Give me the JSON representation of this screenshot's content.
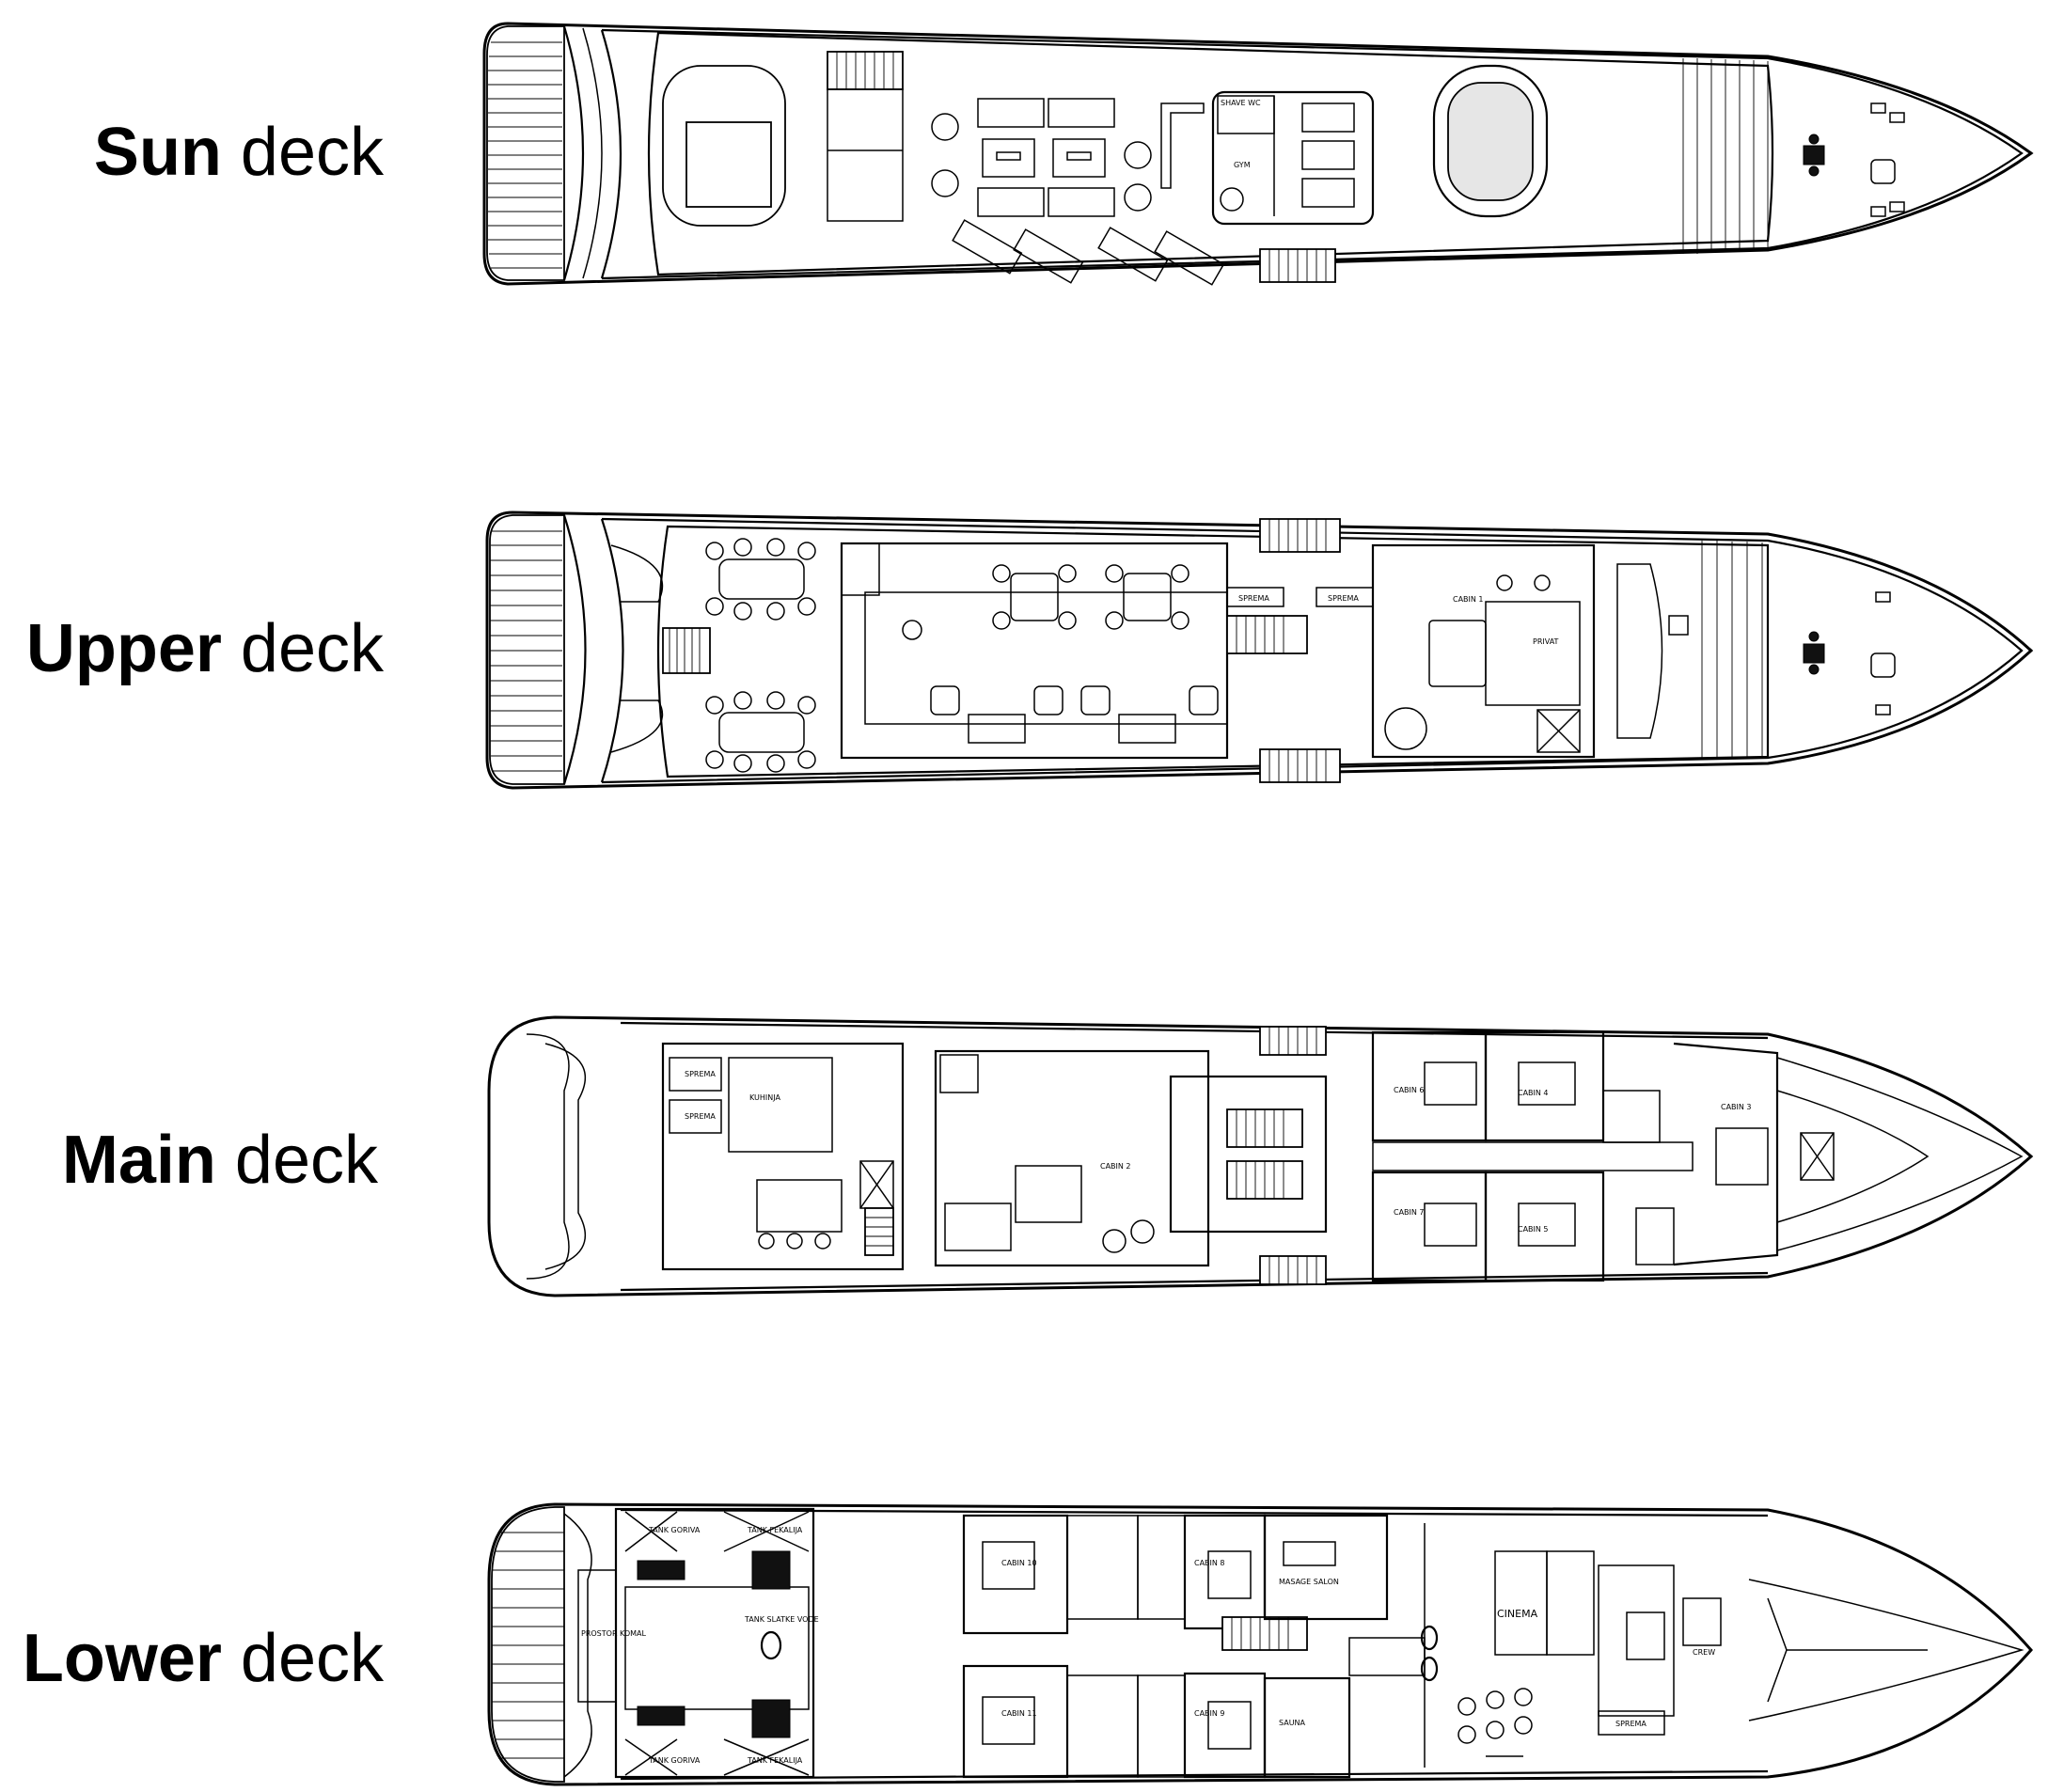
{
  "decks": [
    {
      "id": "sun",
      "label_bold": "Sun",
      "label_rest": " deck",
      "rooms": [
        "SHAVE WC",
        "GYM"
      ]
    },
    {
      "id": "upper",
      "label_bold": "Upper",
      "label_rest": " deck",
      "rooms": [
        "SPREMA",
        "SPREMA",
        "CABIN 1",
        "PRIVAT"
      ]
    },
    {
      "id": "main",
      "label_bold": "Main",
      "label_rest": " deck",
      "rooms": [
        "SPREMA",
        "KUHINJA",
        "SPREMA",
        "CABIN 2",
        "CABIN 6",
        "CABIN 4",
        "CABIN 3",
        "CABIN 7",
        "CABIN 5"
      ]
    },
    {
      "id": "lower",
      "label_bold": "Lower",
      "label_rest": " deck",
      "rooms": [
        "TANK GORIVA",
        "TANK FEKALIJA",
        "PROSTOR KOMAL",
        "TANK SLATKE VODE",
        "TANK GORIVA",
        "TANK FEKALIJA",
        "CABIN 10",
        "CABIN 8",
        "MASAGE SALON",
        "CINEMA",
        "CABIN 11",
        "CABIN 9",
        "SAUNA",
        "CREW",
        "SPREMA"
      ]
    }
  ]
}
